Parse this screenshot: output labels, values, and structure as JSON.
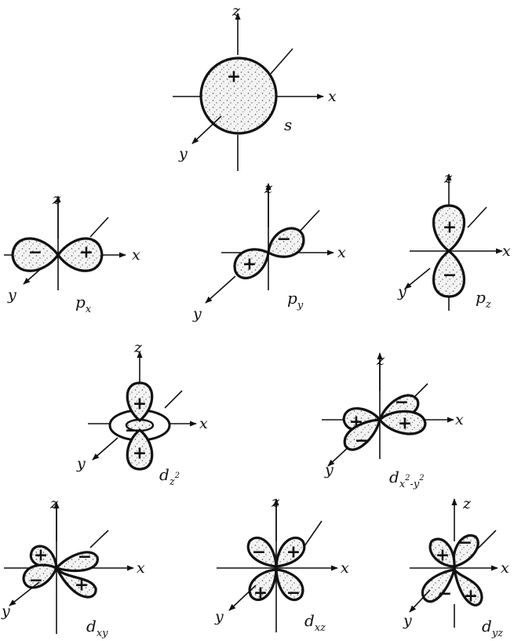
{
  "axis_labels": {
    "x": "x",
    "y": "y",
    "z": "z"
  },
  "signs": {
    "plus": "+",
    "minus": "−"
  },
  "orbitals": {
    "s": {
      "label": "s"
    },
    "px": {
      "label": "p",
      "sub": "x"
    },
    "py": {
      "label": "p",
      "sub": "y"
    },
    "pz": {
      "label": "p",
      "sub": "z"
    },
    "dz2": {
      "label": "d",
      "sub": "z",
      "sup": "2"
    },
    "dx2y2": {
      "label": "d",
      "sub": "x",
      "sup1": "2",
      "mid": "-y",
      "sup2": "2"
    },
    "dxy": {
      "label": "d",
      "sub": "xy"
    },
    "dxz": {
      "label": "d",
      "sub": "xz"
    },
    "dyz": {
      "label": "d",
      "sub": "yz"
    }
  }
}
